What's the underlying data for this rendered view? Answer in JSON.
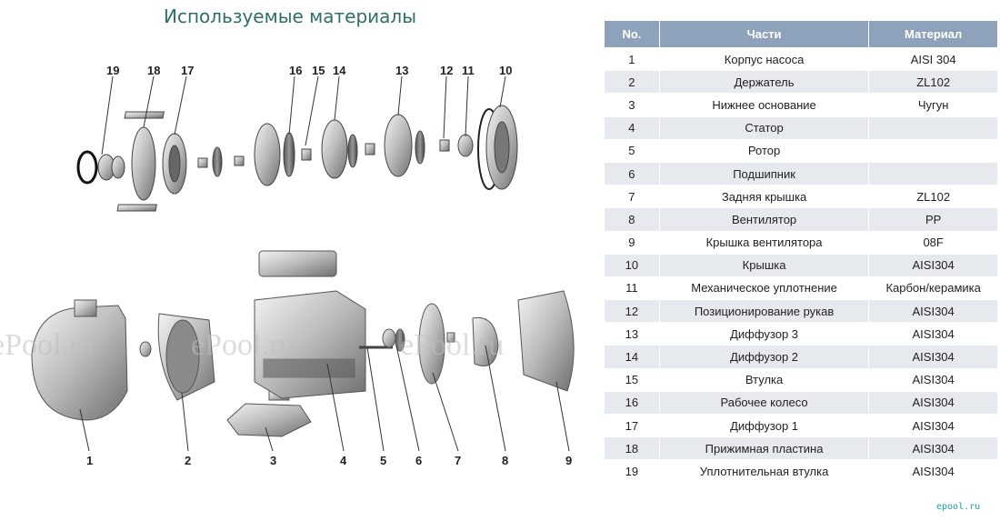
{
  "title": "Используемые материалы",
  "table": {
    "headers": [
      "No.",
      "Части",
      "Материал"
    ],
    "rows": [
      [
        "1",
        "Корпус насоса",
        "AISI 304"
      ],
      [
        "2",
        "Держатель",
        "ZL102"
      ],
      [
        "3",
        "Нижнее основание",
        "Чугун"
      ],
      [
        "4",
        "Статор",
        ""
      ],
      [
        "5",
        "Ротор",
        ""
      ],
      [
        "6",
        "Подшипник",
        ""
      ],
      [
        "7",
        "Задняя крышка",
        "ZL102"
      ],
      [
        "8",
        "Вентилятор",
        "PP"
      ],
      [
        "9",
        "Крышка вентилятора",
        "08F"
      ],
      [
        "10",
        "Крышка",
        "AISI304"
      ],
      [
        "11",
        "Механическое уплотнение",
        "Карбон/керамика"
      ],
      [
        "12",
        "Позиционирование рукав",
        "AISI304"
      ],
      [
        "13",
        "Диффузор 3",
        "AISI304"
      ],
      [
        "14",
        "Диффузор 2",
        "AISI304"
      ],
      [
        "15",
        "Втулка",
        "AISI304"
      ],
      [
        "16",
        "Рабочее колесо",
        "AISI304"
      ],
      [
        "17",
        "Диффузор 1",
        "AISI304"
      ],
      [
        "18",
        "Прижимная пластина",
        "AISI304"
      ],
      [
        "19",
        "Уплотнительная втулка",
        "AISI304"
      ]
    ]
  },
  "callouts_top": [
    "19",
    "18",
    "17",
    "16",
    "15",
    "14",
    "13",
    "12",
    "11",
    "10"
  ],
  "callouts_bottom": [
    "1",
    "2",
    "3",
    "4",
    "5",
    "6",
    "7",
    "8",
    "9"
  ],
  "watermark": "ePool.ru",
  "logo_text": "epool.ru",
  "colors": {
    "header_bg": "#8fa2bc",
    "title": "#2f6f66",
    "row_alt": "#e6e9ee"
  }
}
